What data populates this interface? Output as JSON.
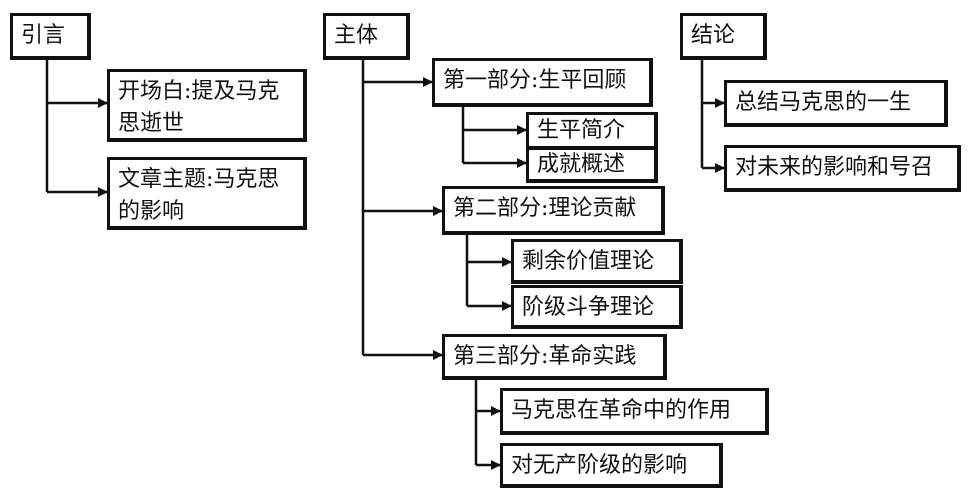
{
  "intro": {
    "title": "引言",
    "children": [
      "开场白:提及马克思逝世",
      "文章主题:马克思的影响"
    ]
  },
  "body": {
    "title": "主体",
    "parts": [
      {
        "label": "第一部分:生平回顾",
        "children": [
          "生平简介",
          "成就概述"
        ]
      },
      {
        "label": "第二部分:理论贡献",
        "children": [
          "剩余价值理论",
          "阶级斗争理论"
        ]
      },
      {
        "label": "第三部分:革命实践",
        "children": [
          "马克思在革命中的作用",
          "对无产阶级的影响"
        ]
      }
    ]
  },
  "conclusion": {
    "title": "结论",
    "children": [
      "总结马克思的一生",
      "对未来的影响和号召"
    ]
  }
}
